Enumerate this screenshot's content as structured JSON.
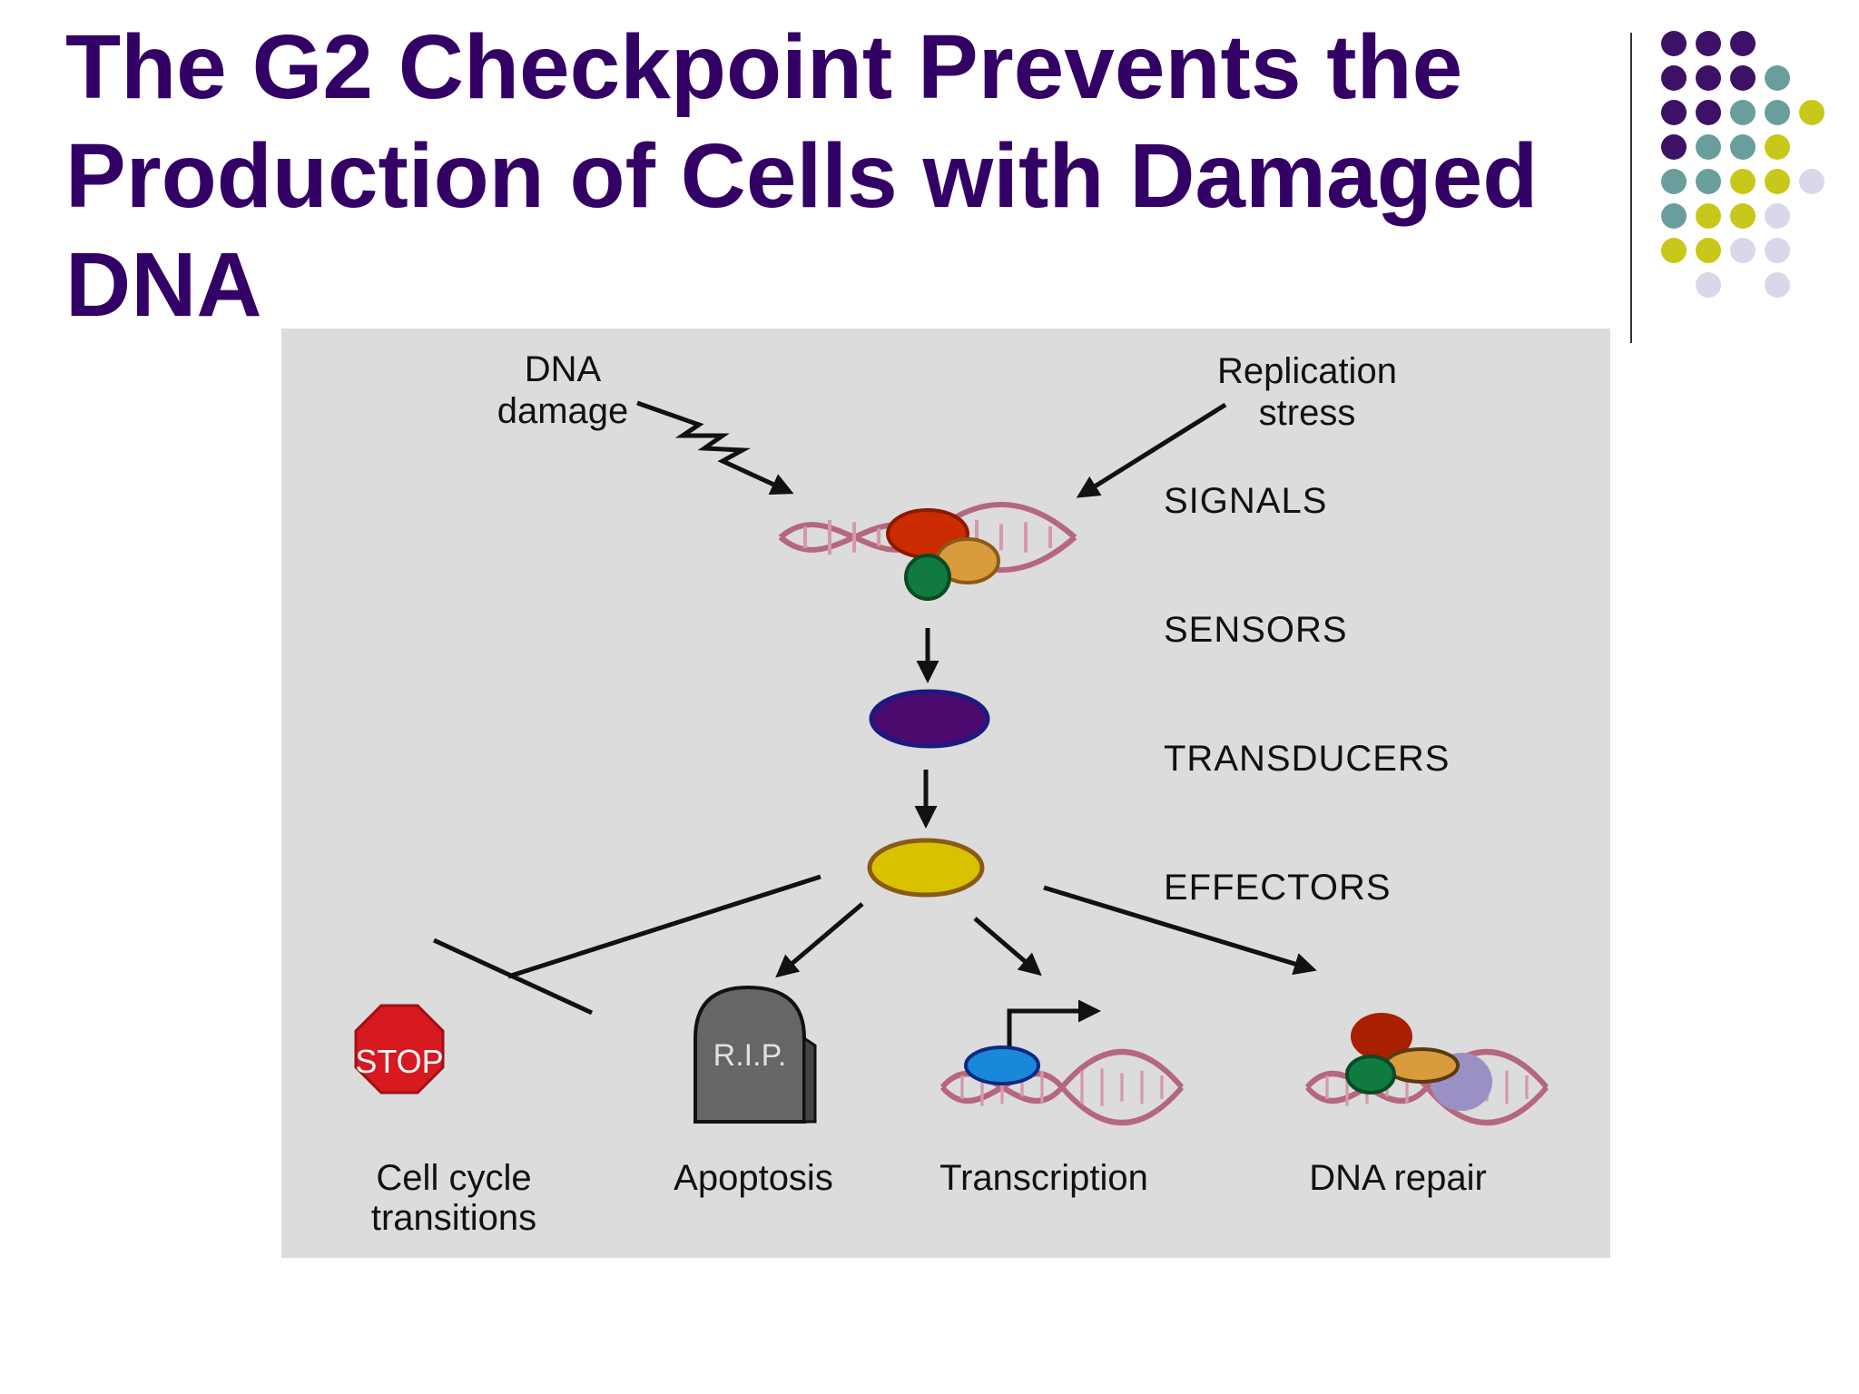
{
  "slide": {
    "title_lines": [
      "The G2 Checkpoint Prevents the",
      "Production of Cells with Damaged",
      "DNA"
    ]
  },
  "colors": {
    "title": "#330066",
    "dot_purple": "#3d1266",
    "dot_teal": "#6a9e9c",
    "dot_olive": "#c8c81a",
    "dot_lavender": "#d8d8ea",
    "panel_bg": "#dcdcdc",
    "dna_strand": "#b5677e",
    "sensor_red": "#cc2a00",
    "sensor_orange": "#d99b3b",
    "sensor_green": "#117a40",
    "transducer": "#4b0b6e",
    "effector": "#d8c200",
    "stop_sign": "#d71920",
    "tombstone": "#666666",
    "tf_blue": "#1a88d8"
  },
  "diagram": {
    "inputs": {
      "dna_damage": [
        "DNA",
        "damage"
      ],
      "replication_stress": [
        "Replication",
        "stress"
      ]
    },
    "levels": [
      "SIGNALS",
      "SENSORS",
      "TRANSDUCERS",
      "EFFECTORS"
    ],
    "outcomes": {
      "cell_cycle": [
        "Cell cycle",
        "transitions"
      ],
      "apoptosis": "Apoptosis",
      "transcription": "Transcription",
      "dna_repair": "DNA repair"
    },
    "stop_sign_text": "STOP",
    "tombstone_text": "R.I.P."
  }
}
